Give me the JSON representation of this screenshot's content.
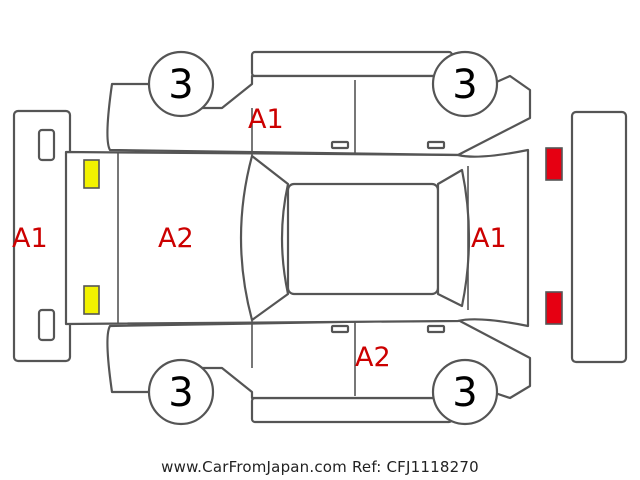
{
  "labels": {
    "roof_front": "A1",
    "front_bumper": "A1",
    "hood": "A2",
    "rear": "A1",
    "lower_door": "A2"
  },
  "wheels": {
    "front_left": "3",
    "rear_left": "3",
    "front_right": "3",
    "rear_right": "3"
  },
  "lamps": {
    "front_color": "#f2f200",
    "rear_color": "#e60012"
  },
  "footer": "www.CarFromJapan.com Ref: CFJ1118270"
}
